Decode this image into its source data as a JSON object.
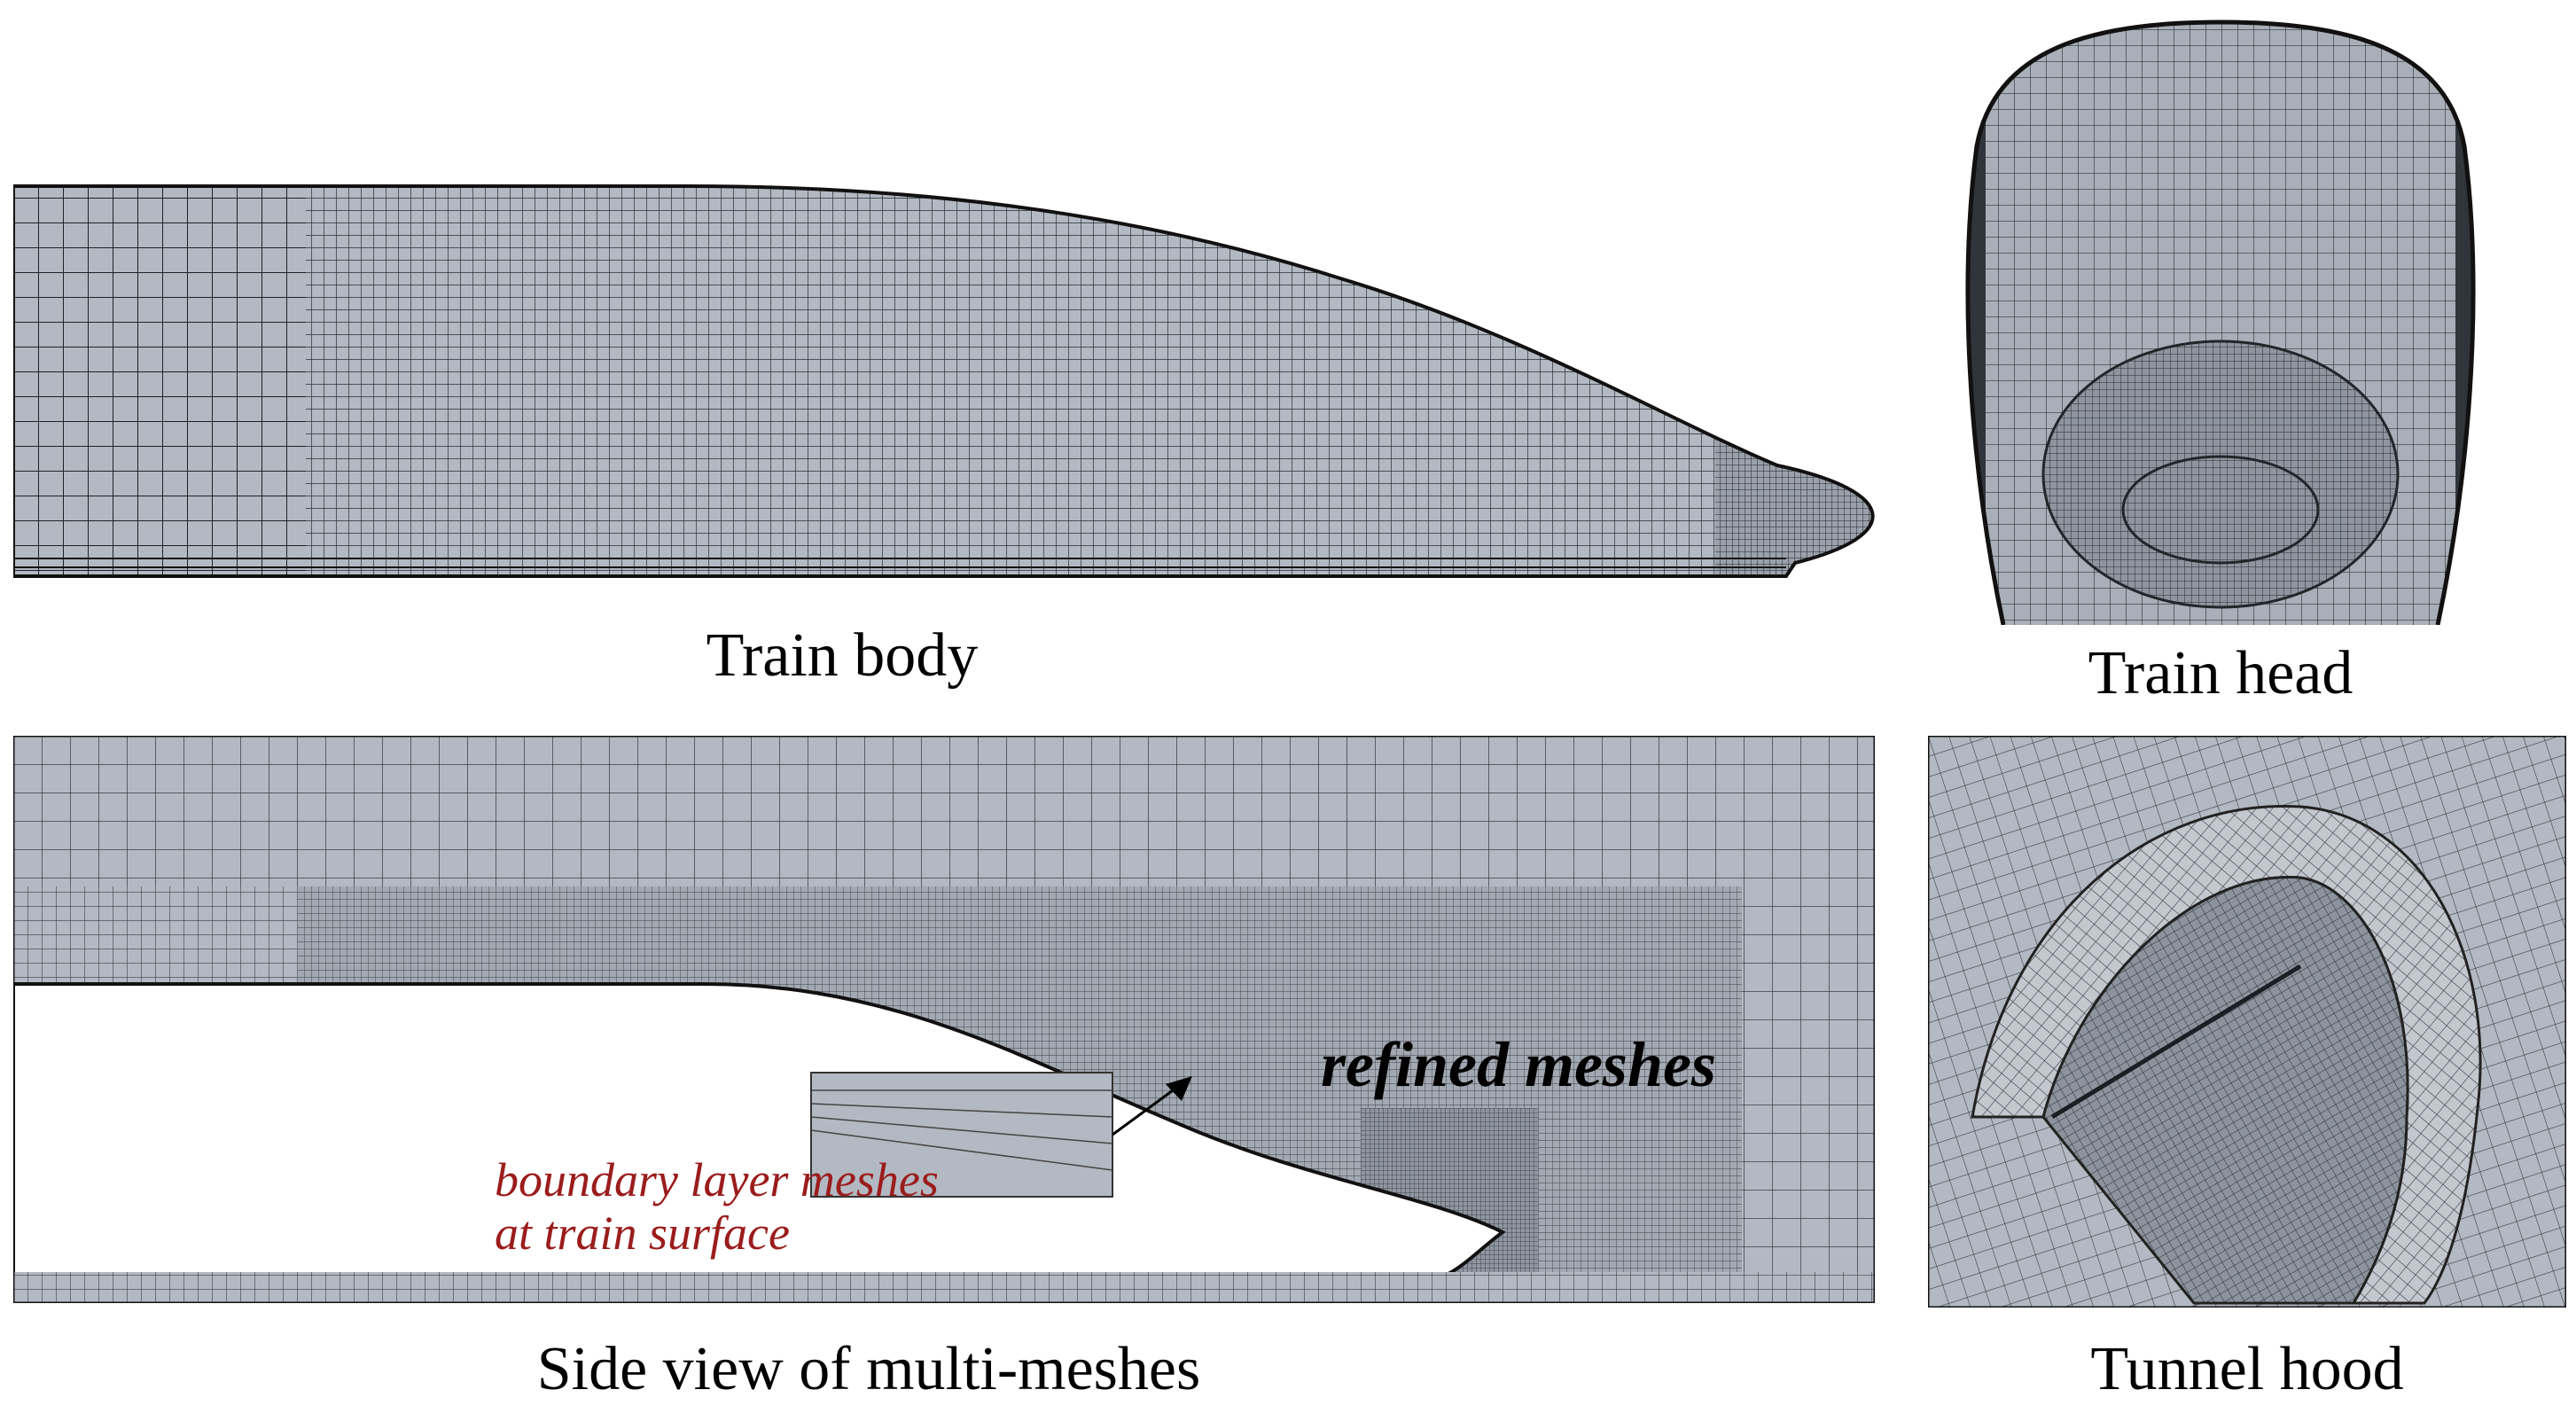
{
  "panels": {
    "train_body": {
      "caption": "Train body"
    },
    "train_head": {
      "caption": "Train head"
    },
    "side_view": {
      "caption": "Side view of multi-meshes",
      "annotations": {
        "refined": "refined meshes",
        "boundary_line1": "boundary layer meshes",
        "boundary_line2": "at train surface"
      }
    },
    "tunnel_hood": {
      "caption": "Tunnel hood"
    }
  },
  "colors": {
    "mesh_fill": "#b3b9c2",
    "mesh_line": "#1f2328",
    "annotation_red": "#9b1c1c",
    "annotation_black": "#000000"
  }
}
